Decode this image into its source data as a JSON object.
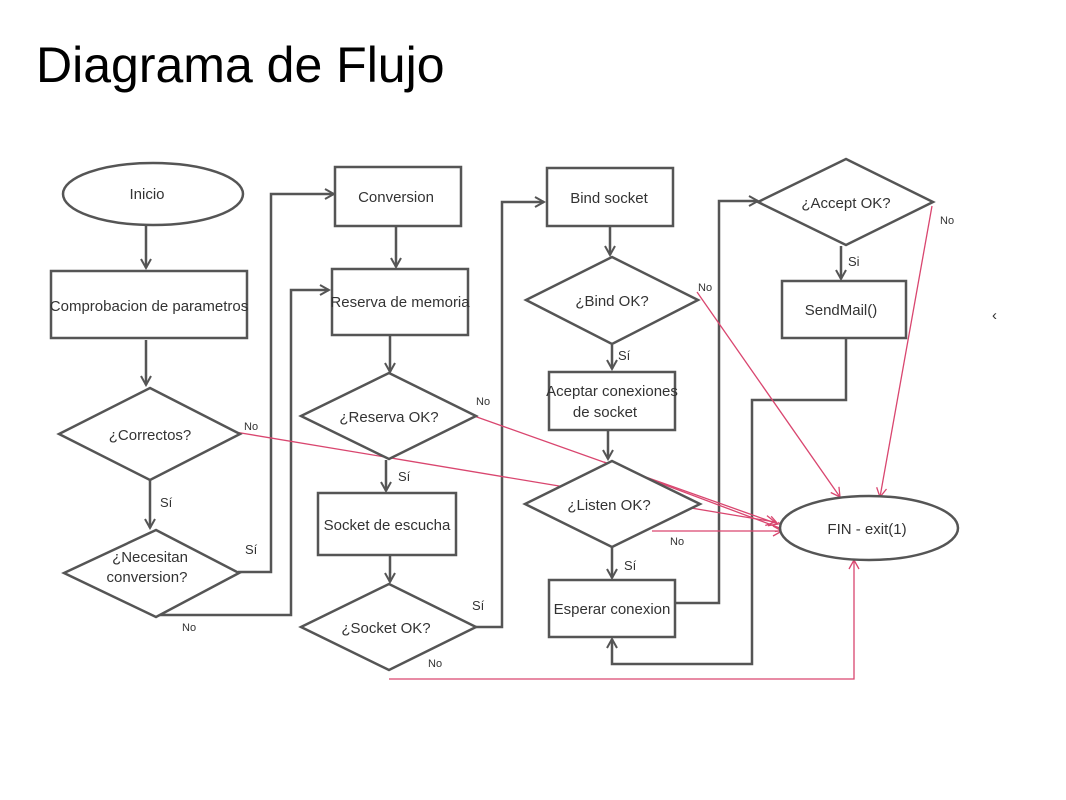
{
  "title": "Diagrama de Flujo",
  "colors": {
    "shape_stroke": "#555555",
    "no_branch": "#d9466f",
    "text": "#333333"
  },
  "nodes": {
    "inicio": "Inicio",
    "comprobacion": "Comprobacion de parametros",
    "correctos": "¿Correctos?",
    "necesitan_line1": "¿Necesitan",
    "necesitan_line2": "conversion?",
    "conversion": "Conversion",
    "reserva_memoria": "Reserva de memoria",
    "reserva_ok": "¿Reserva OK?",
    "socket_escucha": "Socket de escucha",
    "socket_ok": "¿Socket OK?",
    "bind_socket": "Bind socket",
    "bind_ok": "¿Bind OK?",
    "aceptar_line1": "Aceptar conexiones",
    "aceptar_line2": "de socket",
    "listen_ok": "¿Listen OK?",
    "esperar_conexion": "Esperar conexion",
    "accept_ok": "¿Accept OK?",
    "sendmail": "SendMail()",
    "fin": "FIN - exit(1)"
  },
  "edge_labels": {
    "si": "Sí",
    "si_lower": "Si",
    "no": "No"
  },
  "stray_glyph": "‹"
}
